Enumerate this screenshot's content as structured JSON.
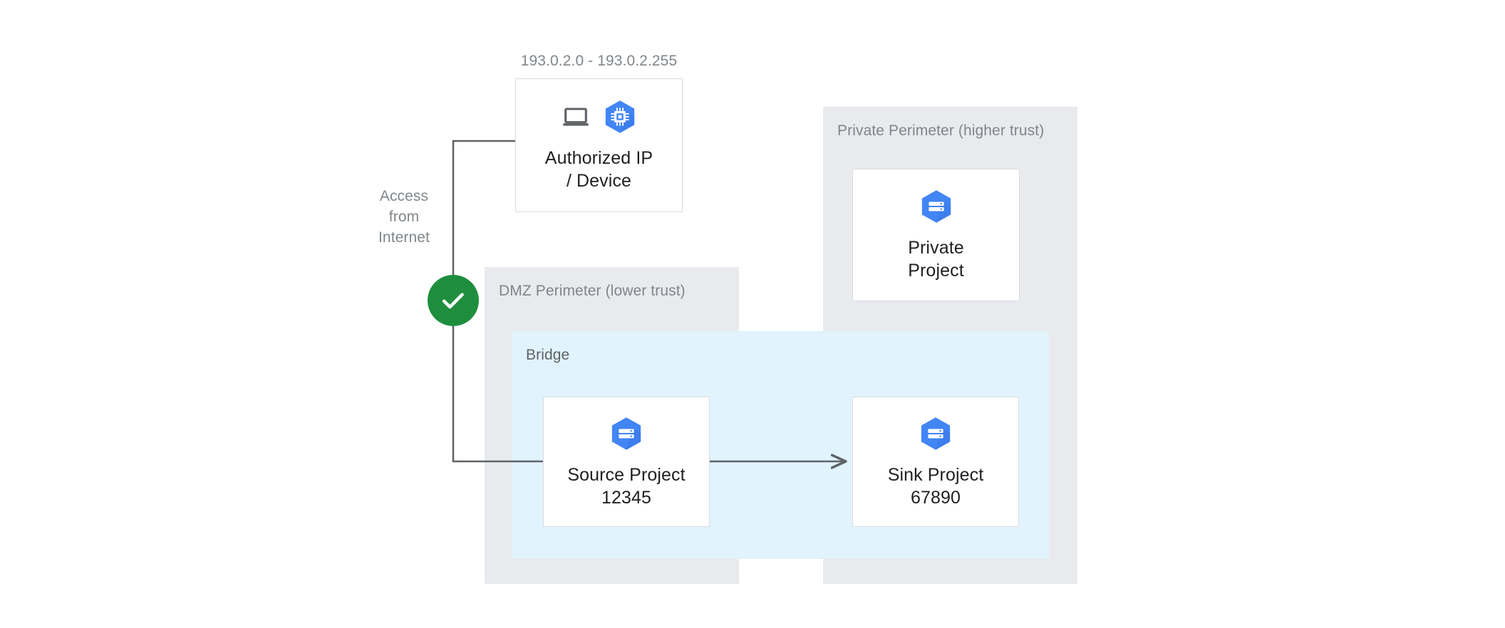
{
  "diagram": {
    "type": "architecture-diagram",
    "background_color": "#ffffff"
  },
  "ip_range_label": "193.0.2.0 - 193.0.2.255",
  "access_label": "Access\nfrom\nInternet",
  "status": {
    "allowed_icon": "check-circle-icon",
    "allowed_color": "#1e8e3e"
  },
  "nodes": {
    "authorized_device": {
      "label": "Authorized IP\n/ Device",
      "icons": [
        "laptop-icon",
        "compute-engine-hexagon-icon"
      ]
    },
    "private_project": {
      "label": "Private\nProject",
      "icons": [
        "project-hexagon-icon"
      ]
    },
    "source_project": {
      "label": "Source Project\n12345",
      "icons": [
        "project-hexagon-icon"
      ]
    },
    "sink_project": {
      "label": "Sink Project\n67890",
      "icons": [
        "project-hexagon-icon"
      ]
    }
  },
  "perimeters": {
    "dmz": {
      "label": "DMZ Perimeter (lower trust)",
      "fill": "#e8eaed"
    },
    "private": {
      "label": "Private Perimeter (higher trust)",
      "fill": "#e8eaed"
    }
  },
  "bridge": {
    "label": "Bridge",
    "fill": "#e1f3fc"
  },
  "edges": {
    "source_to_sink": {
      "from": "source_project",
      "to": "sink_project",
      "arrow": true,
      "color": "#5f6368"
    },
    "internet_to_source": {
      "from": "authorized_device",
      "to": "source_project",
      "arrow": false,
      "color": "#5f6368"
    }
  },
  "colors": {
    "hexagon_blue": "#4285f4",
    "hexagon_blue_shade": "#3b78e7",
    "icon_gray": "#5f6368",
    "border_gray": "#dadce0",
    "text_dark": "#202124",
    "text_muted": "#80868b"
  }
}
